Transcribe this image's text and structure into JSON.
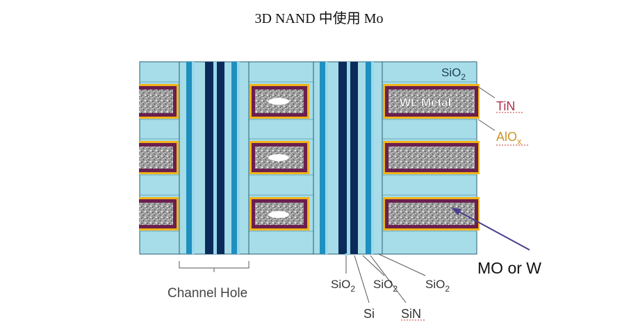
{
  "title": "3D NAND 中使用 Mo",
  "labels": {
    "sio2_top": "SiO",
    "sio2_top_sub": "2",
    "tin": "TiN",
    "aloxbase": "AlO",
    "alox_sub": "x",
    "wl_metal": "WL Metal",
    "mo_or_w": "MO or W",
    "channel_hole": "Channel Hole",
    "sio2_a": "SiO",
    "sio2_a_sub": "2",
    "sio2_b": "SiO",
    "sio2_b_sub": "2",
    "sio2_c": "SiO",
    "sio2_c_sub": "2",
    "si": "Si",
    "sin": "SiN"
  },
  "colors": {
    "oxide": "#a6dde9",
    "outline": "#2a5f72",
    "tin": "#6b1f4e",
    "alox": "#f2b417",
    "metal_gray": "#8d8d8d",
    "channel_dark": "#0b2c5a",
    "channel_mid": "#1f8fc0",
    "channel_light": "#9ad8ec",
    "arrow": "#4a3d8a",
    "tin_text": "#b03050",
    "alox_text": "#c9952a"
  }
}
